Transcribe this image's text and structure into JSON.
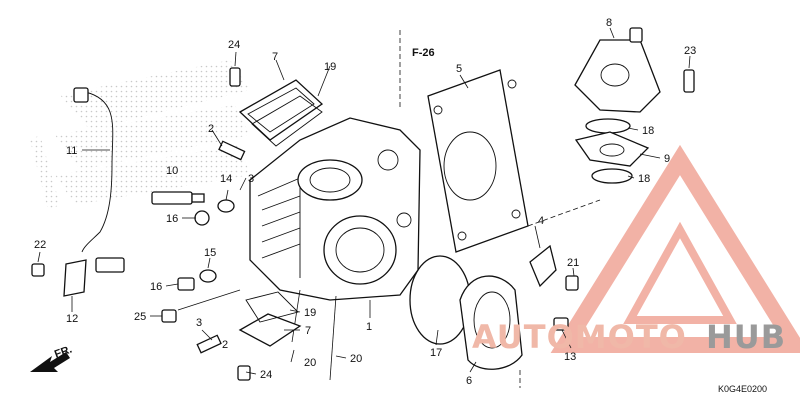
{
  "diagram": {
    "page_ref": "F-26",
    "direction_label": "FR.",
    "drawing_code": "K0G4E0200",
    "callouts": [
      {
        "id": "c1",
        "text": "1"
      },
      {
        "id": "c2a",
        "text": "2"
      },
      {
        "id": "c2b",
        "text": "2"
      },
      {
        "id": "c3a",
        "text": "3"
      },
      {
        "id": "c3b",
        "text": "3"
      },
      {
        "id": "c4",
        "text": "4"
      },
      {
        "id": "c5",
        "text": "5"
      },
      {
        "id": "c6",
        "text": "6"
      },
      {
        "id": "c7a",
        "text": "7"
      },
      {
        "id": "c7b",
        "text": "7"
      },
      {
        "id": "c8",
        "text": "8"
      },
      {
        "id": "c9",
        "text": "9"
      },
      {
        "id": "c10",
        "text": "10"
      },
      {
        "id": "c11",
        "text": "11"
      },
      {
        "id": "c12",
        "text": "12"
      },
      {
        "id": "c13",
        "text": "13"
      },
      {
        "id": "c14",
        "text": "14"
      },
      {
        "id": "c15",
        "text": "15"
      },
      {
        "id": "c16a",
        "text": "16"
      },
      {
        "id": "c16b",
        "text": "16"
      },
      {
        "id": "c17",
        "text": "17"
      },
      {
        "id": "c18a",
        "text": "18"
      },
      {
        "id": "c18b",
        "text": "18"
      },
      {
        "id": "c19a",
        "text": "19"
      },
      {
        "id": "c19b",
        "text": "19"
      },
      {
        "id": "c20a",
        "text": "20"
      },
      {
        "id": "c20b",
        "text": "20"
      },
      {
        "id": "c21",
        "text": "21"
      },
      {
        "id": "c22",
        "text": "22"
      },
      {
        "id": "c23",
        "text": "23"
      },
      {
        "id": "c24a",
        "text": "24"
      },
      {
        "id": "c24b",
        "text": "24"
      },
      {
        "id": "c25",
        "text": "25"
      }
    ]
  },
  "watermark": {
    "part1": "AUTOMOTO",
    "part2": "HUB",
    "color_primary": "#e8a090",
    "color_secondary": "#8c8c8c"
  }
}
